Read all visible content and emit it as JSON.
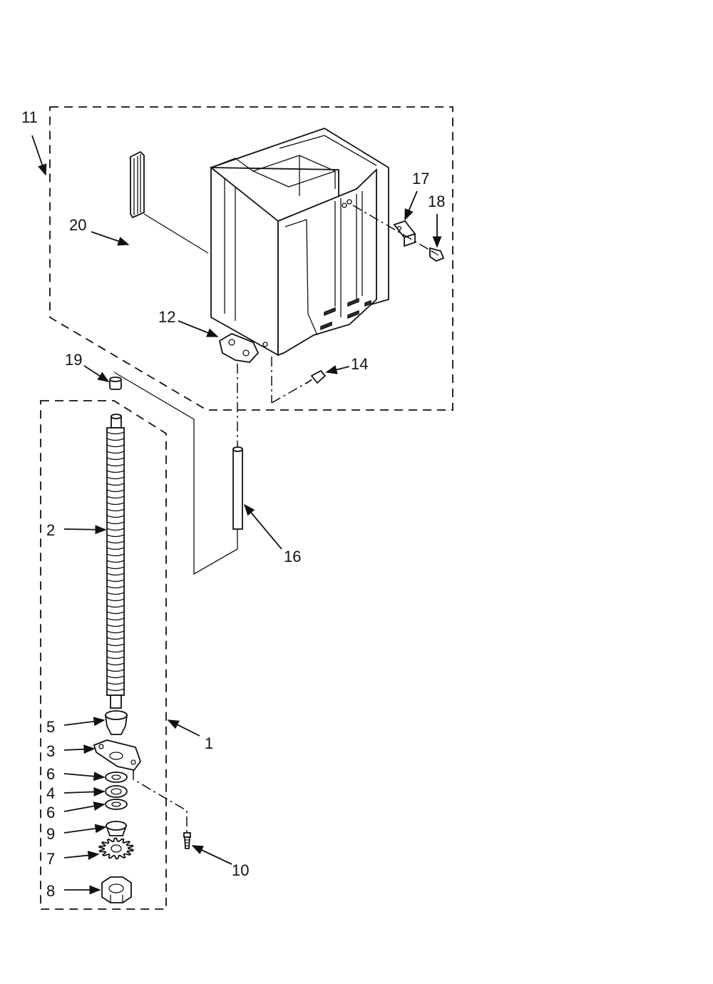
{
  "callouts": {
    "c1": "1",
    "c2": "2",
    "c3": "3",
    "c4": "4",
    "c5": "5",
    "c6a": "6",
    "c6b": "6",
    "c7": "7",
    "c8": "8",
    "c9": "9",
    "c10": "10",
    "c11": "11",
    "c12": "12",
    "c14": "14",
    "c16": "16",
    "c17": "17",
    "c18": "18",
    "c19": "19",
    "c20": "20"
  }
}
